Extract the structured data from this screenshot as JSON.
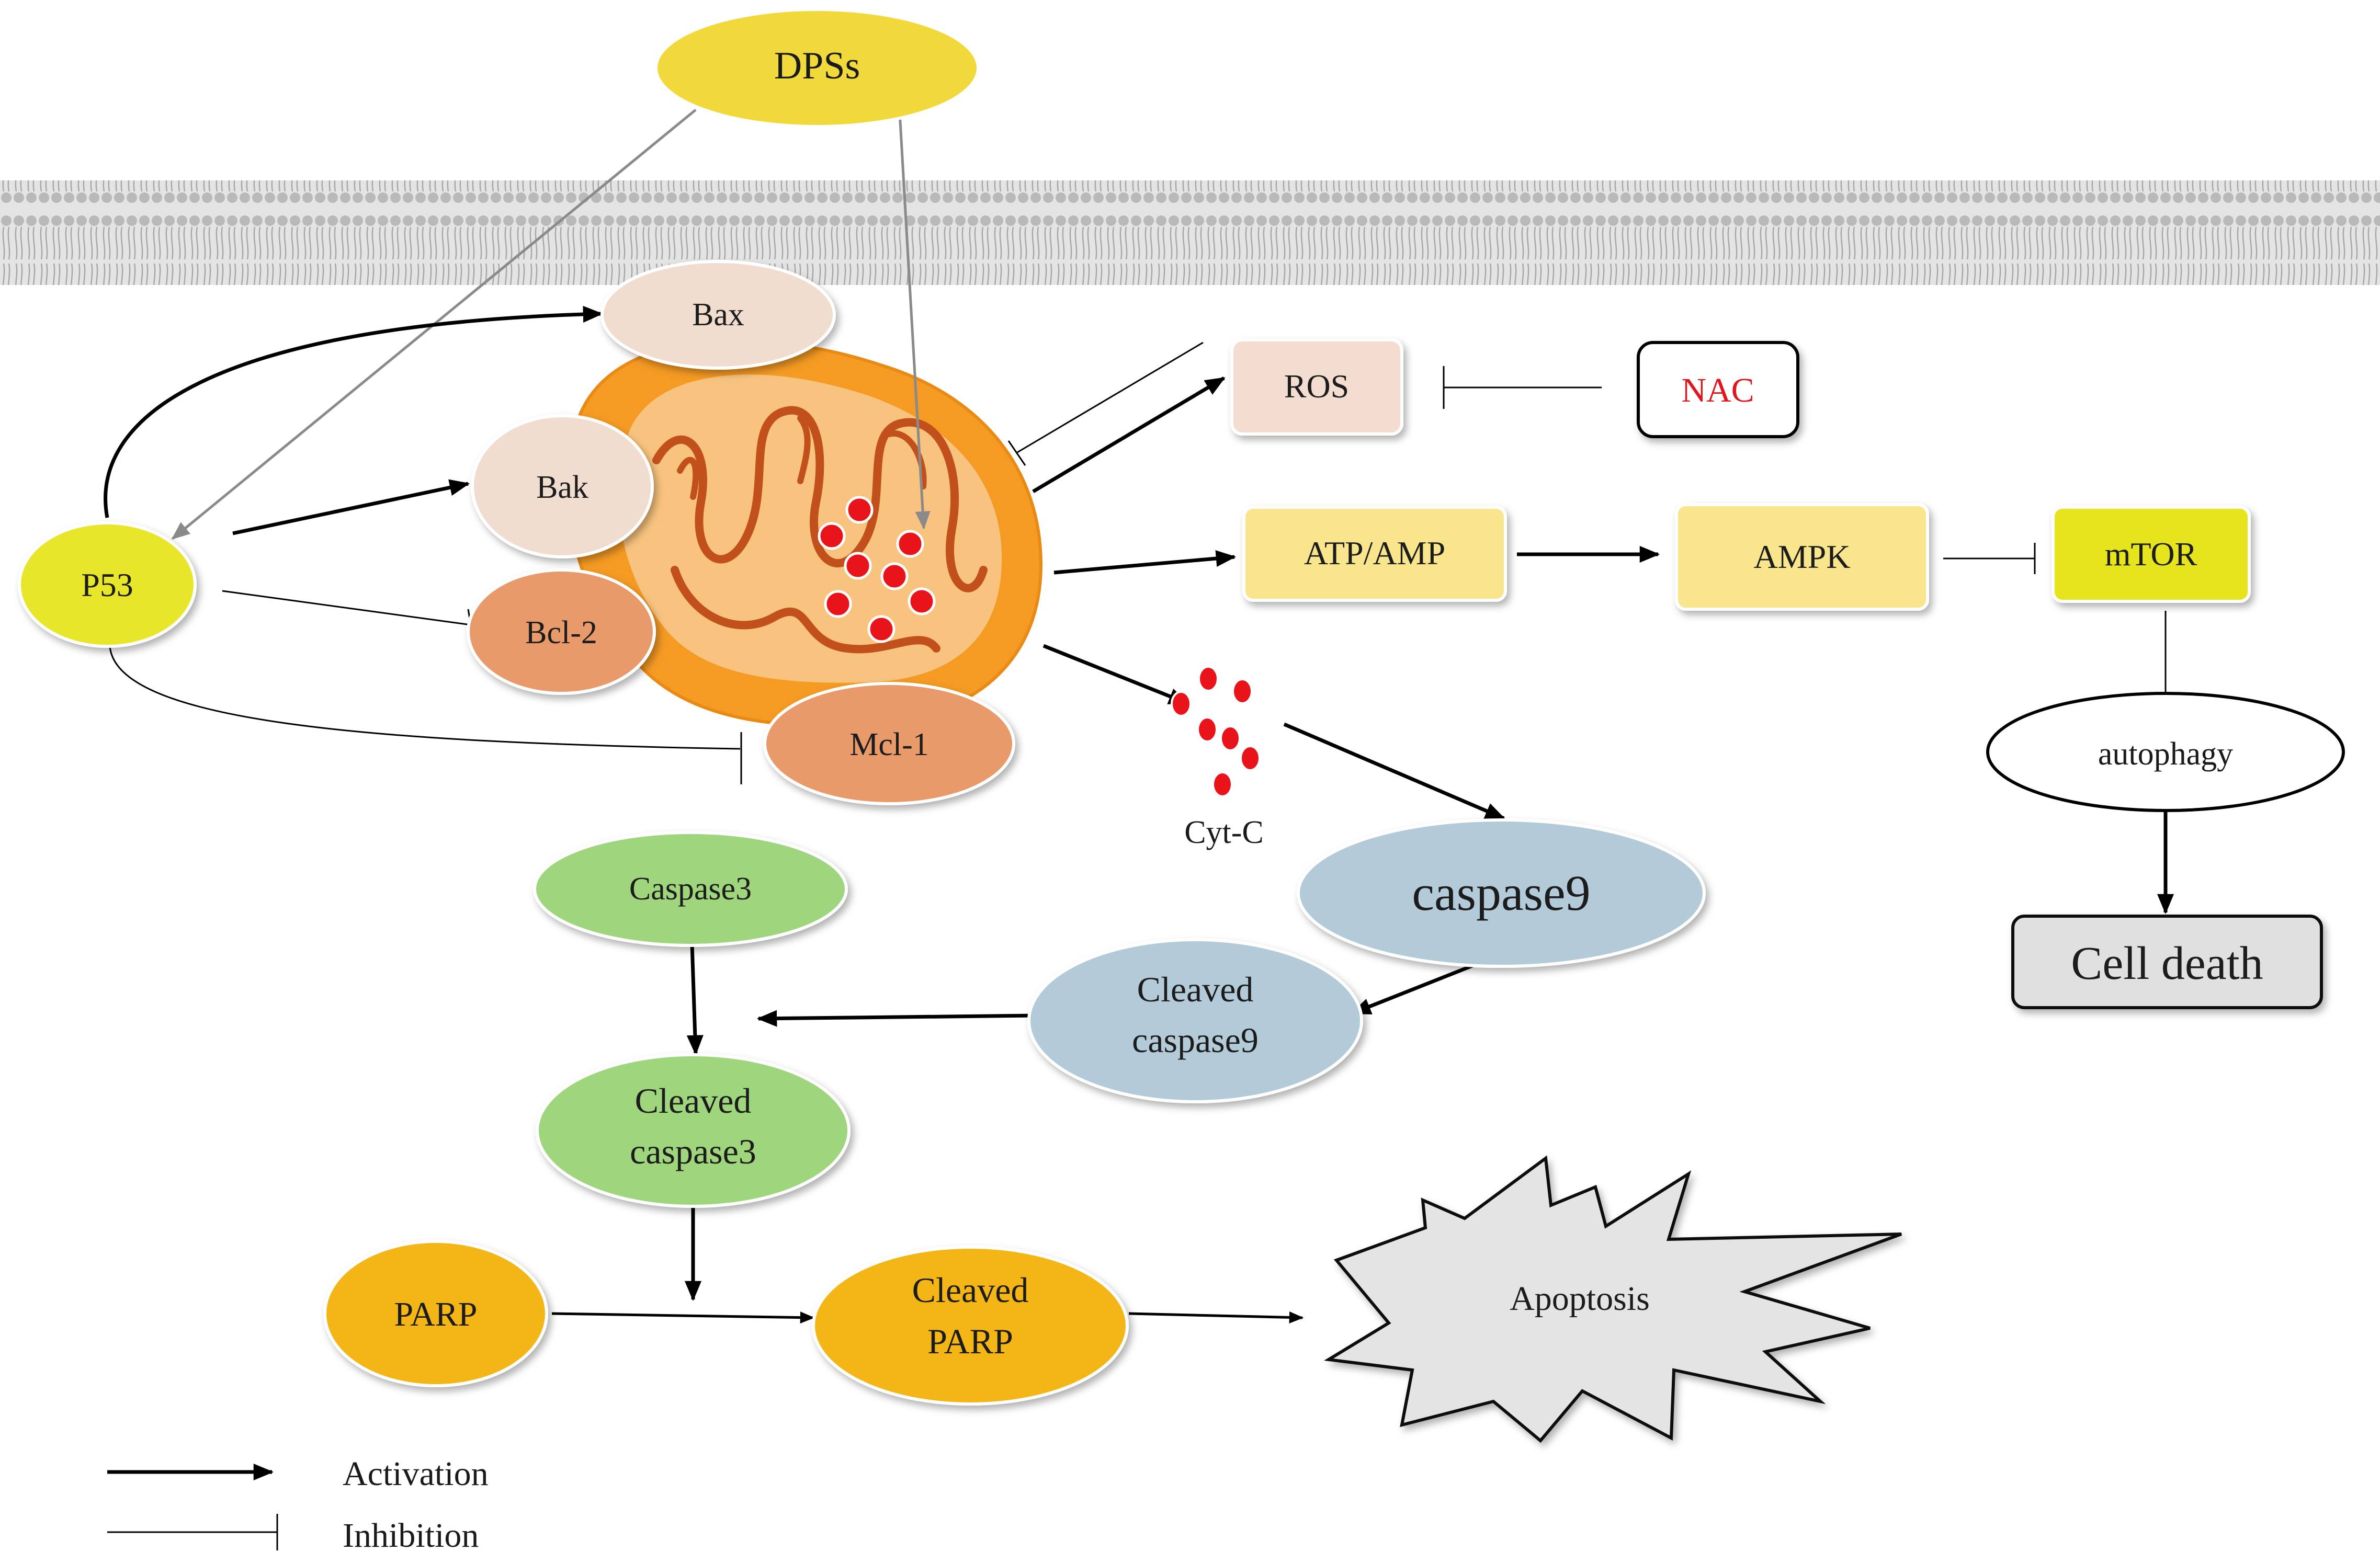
{
  "nodes": {
    "dpss": "DPSs",
    "p53": "P53",
    "bax": "Bax",
    "bak": "Bak",
    "bcl2": "Bcl-2",
    "mcl1": "Mcl-1",
    "ros": "ROS",
    "nac": "NAC",
    "atp_amp": "ATP/AMP",
    "ampk": "AMPK",
    "mtor": "mTOR",
    "autophagy": "autophagy",
    "cell_death": "Cell death",
    "cytc": "Cyt-C",
    "caspase9": "caspase9",
    "cleaved_caspase9": [
      "Cleaved",
      "caspase9"
    ],
    "caspase3": "Caspase3",
    "cleaved_caspase3": [
      "Cleaved",
      "caspase3"
    ],
    "parp": "PARP",
    "cleaved_parp": [
      "Cleaved",
      "PARP"
    ],
    "apoptosis": "Apoptosis"
  },
  "legend": {
    "activation": "Activation",
    "inhibition": "Inhibition"
  },
  "colors": {
    "dpss": "#f2d93b",
    "p53": "#e8e62a",
    "bax_bak": "#f0ddd0",
    "bcl2_mcl1": "#e89a6a",
    "ros": "#f3dcd0",
    "atp_ampk": "#f8e58c",
    "mtor": "#e6e41e",
    "caspase9": "#b3cad8",
    "caspase3": "#9fd57c",
    "parp": "#f3b616",
    "nac_text": "#e0171e",
    "cell_death": "#e0e0e0",
    "apoptosis": "#e4e4e4",
    "mito_outer": "#f59a23",
    "mito_inner": "#f8c37e",
    "mito_cristae": "#c2501c",
    "red_dot": "#e8141a"
  },
  "icons": [
    "membrane-bilayer",
    "mitochondrion-icon",
    "apoptosis-starburst"
  ]
}
